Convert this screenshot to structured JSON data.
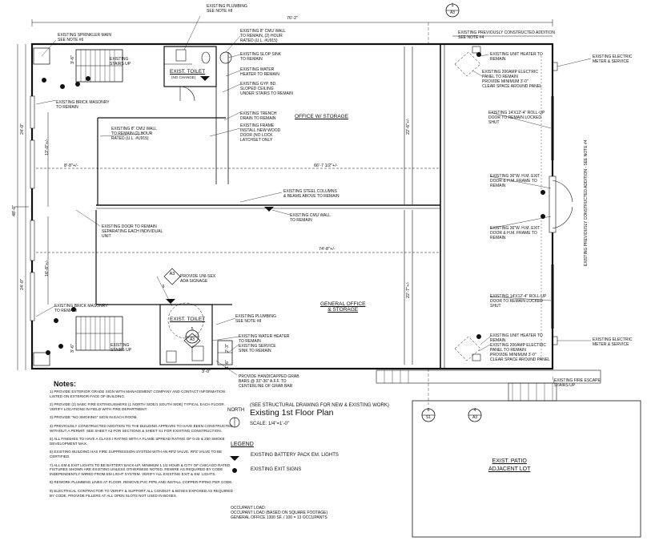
{
  "drawing": {
    "title": "Existing 1st Floor Plan",
    "subtitle": "(SEE STRUCTURAL DRAWING FOR NEW & EXISTING WORK)",
    "scale": "SCALE: 1/4\"=1'-0\"",
    "north_label": "NORTH"
  },
  "rooms": {
    "office_storage": "OFFICE W/ STORAGE",
    "general_office": "GENERAL OFFICE\n& STORAGE",
    "toilet_top": "EXIST. TOILET",
    "toilet_top_sub": "(NO CHANGE)",
    "toilet_bottom": "EXIST. TOILET",
    "stairs_top": "EXISTING\nSTAIRS UP",
    "stairs_bottom": "EXISTING\nSTAIRS UP",
    "patio": "EXIST. PATIO\nADJACENT LOT"
  },
  "dimensions": {
    "overall": "76'-2\"",
    "left_total": "48'-0\"",
    "left_top": "24'-0\"",
    "left_bottom": "24'-0\"",
    "interior_top": "66'-7 1/2\"+/-",
    "interior_bottom": "74'-8\"+/-",
    "left_span": "8'-8\"+/-",
    "right_top": "22'-6\"+/-",
    "right_bottom": "22'-7\"+/-",
    "inner_left_top": "12'-0\"+/-",
    "inner_left_bottom": "16'-8\"+/-",
    "stair_top": "3'-6\"",
    "stair_bottom": "3'-6\"",
    "toilet_width": "3'-0\"",
    "small_a": "2'-3\"",
    "small_b": "1'-6\""
  },
  "callouts": {
    "existing_plumbing_top": "EXISTING PLUMBING\nSEE NOTE #8",
    "existing_addition_top": "EXISTING PREVIOUSLY CONSTRUCTED ADDITION\nSEE NOTE #4",
    "sprinkler": "EXISTING SPRINKLER MAIN\nSEE NOTE #6",
    "cmu_wall_top": "EXISTING 8\" CMU WALL\nTO REMAIN, (2) HOUR\nRATED (U.L. #U915)",
    "slop_sink": "EXISTING SLOP SINK\nTO REMAIN",
    "water_heater_top": "EXISTING WATER\nHEATER TO REMAIN",
    "gyp_bd": "EXISTING GYP. BD.\nSLOPED CEILING\nUNDER STAIRS TO REMAIN",
    "trench_drain": "EXISTING TRENCH\nDRAIN TO REMAIN",
    "frame": "EXISTING FRAME\nINSTALL NEW WOOD\nDOOR (NO LOCK\nLATCHSET ONLY",
    "brick_top": "EXISTING BRICK MASONRY\nTO REMAIN",
    "cmu_wall_mid": "EXISTING 8\" CMU WALL\nTO REMAIN (2) HOUR\nRATED (U.L. #U915)",
    "steel_columns": "EXISTING STEEL COLUMNS\n& BEAMS ABOVE TO REMAIN",
    "cmu_wall_center": "EXISTING CMU WALL\nTO REMAIN",
    "door_separating": "EXISTING DOOR TO REMAIN\nSEPARATING EACH INDIVIDUAL\nUNIT",
    "unisex": "PROVIDE UNI-SEX\nADA SIGNAGE",
    "brick_bottom": "EXISTING BRICK MASONRY\nTO REMAIN",
    "plumbing_bottom": "EXISTING PLUMBING\nSEE NOTE #8",
    "water_heater_bottom": "EXISTING WATER HEATER\nTO REMAIN",
    "service_sink": "EXISTING SERVICE\nSINK TO REMAIN",
    "grab_bars": "PROVIDE HANDICAPPED GRAB\nBARS @ 33\"-36\" A.F.F. TO\nCENTERLINE OF GRAB BAR",
    "unit_heater_top": "EXISTING UNIT HEATER TO\nREMAIN",
    "panel_top": "EXISTING 200amp ELECTRIC\nPANEL TO REMAIN\nPROVIDE MINIMUM 3'-0\"\nCLEAR SPACE AROUND PANEL",
    "rollup_top": "EXISTING 14'x12'-4\" ROLL-UP\nDOOR TO REMAIN LOCKED\nSHUT",
    "exit_door_top": "EXISTING 36\"w. H.M. EXIT\nDOOR & H.M. FRAME TO\nREMAIN",
    "exit_door_bottom": "EXISTING 36\"w. H.M. EXIT\nDOOR & H.M. FRAME TO\nREMAIN",
    "rollup_bottom": "EXISTING 14'x12'-4\" ROLL-UP\nDOOR TO REMAIN LOCKED\nSHUT",
    "unit_heater_bottom": "EXISTING UNIT HEATER TO\nREMAIN",
    "panel_bottom": "EXISTING 200amp ELECTRIC\nPANEL TO REMAIN\nPROVIDE MINIMUM 3'-0\"\nCLEAR SPACE AROUND PANEL",
    "meter_top": "EXISTING ELECTRIC\nMETER & SERVICE",
    "meter_bottom": "EXISTING ELECTRIC\nMETER & SERVICE",
    "fire_escape": "EXISTING FIRE ESCAPE\nSTAIRS UP",
    "addition_right": "EXISTING PREVIOUSLY CONSTRUCTED ADDITION - SEE NOTE #4"
  },
  "bubbles": {
    "top_num": "1",
    "top_sheet": "A3",
    "a3_mid": "A3",
    "a3_mid_num": "9",
    "b5_num": "5",
    "b5_sheet": "A3",
    "b6_num": "6",
    "b6_sheet": "S1",
    "b4_num": "4",
    "b4_sheet": "A3",
    "tag_a3": "A3"
  },
  "notes": {
    "title": "Notes:",
    "items": [
      "1) PROVIDE EXTERIOR GRADE SIGN WITH MANAGEMENT COMPANY AND CONTACT INFORMATION LISTED ON EXTERIOR FACE OF BUILDING.",
      "2) PROVIDE (2) 5ABC FIRE EXTINGUISHERS (1 NORTH SIDE/1 SOUTH SIDE) TYPICAL EACH FLOOR. VERIFY LOCATIONS IN FIELD WITH FIRE DEPARTMENT.",
      "3) PROVIDE \"NO SMOKING\" SIGN IN EACH ROOM.",
      "4) PREVIOUSLY CONSTRUCTED ADDITION TO THE BUILDING APPEARS TO HAVE BEEN CONSTRUCTED WITHOUT A PERMIT. SEE SHEET A3 FOR SECTIONS & SHEET S1 FOR EXISTING CONSTRUCTION.",
      "5) ALL FINISHES TO HAVE A CLASS I RATING WITH A FLAME SPREAD RATING OF 0-25 & 200 SMOKE DEVELOPMENT MAX.",
      "6) EXISTING BUILDING HAS FIRE SUPPRESSION SYSTEM WITH AN RPZ VALVE. RPZ VALVE TO BE CERTIFIED.",
      "7) ALL EM & EXIT LIGHTS TO BE BATTERY BACK-UP, MINIMUM 1 1/2 HOUR & CITY OF CHICAGO RATED. FIXTURES SHOWN ARE EXISTING UNLESS OTHERWISE NOTED. REWIRE AS REQUIRED BY CODE INDEPENDENTLY WIRED FROM EM LIGHT SYSTEM. VERIFY ALL EXISTING EXIT & EM. LIGHTS.",
      "8) REWORK PLUMBING LINES AT FLOOR. REMOVE PVC PIPE AND INSTALL COPPER PIPING PER CODE.",
      "9) ELECTRICAL CONTRACTOR TO VERIFY & SUPPORT ALL CONDUIT & BOXES EXPOSED AS REQUIRED BY CODE. PROVIDE FILLERS AT ALL OPEN SLOTS NOT USED IN BOXES."
    ]
  },
  "legend": {
    "title": "LEGEND",
    "em_lights": "EXISTING BATTERY PACK EM. LIGHTS",
    "exit_signs": "EXISTING EXIT SIGNS"
  },
  "occupancy": {
    "text": "OCCUPANT LOAD:\nOCCUPANT LOAD (BASED ON SQUARE FOOTAGE)\nGENERAL OFFICE 1300 SF. / 100 = 13 OCCUPANTS"
  }
}
